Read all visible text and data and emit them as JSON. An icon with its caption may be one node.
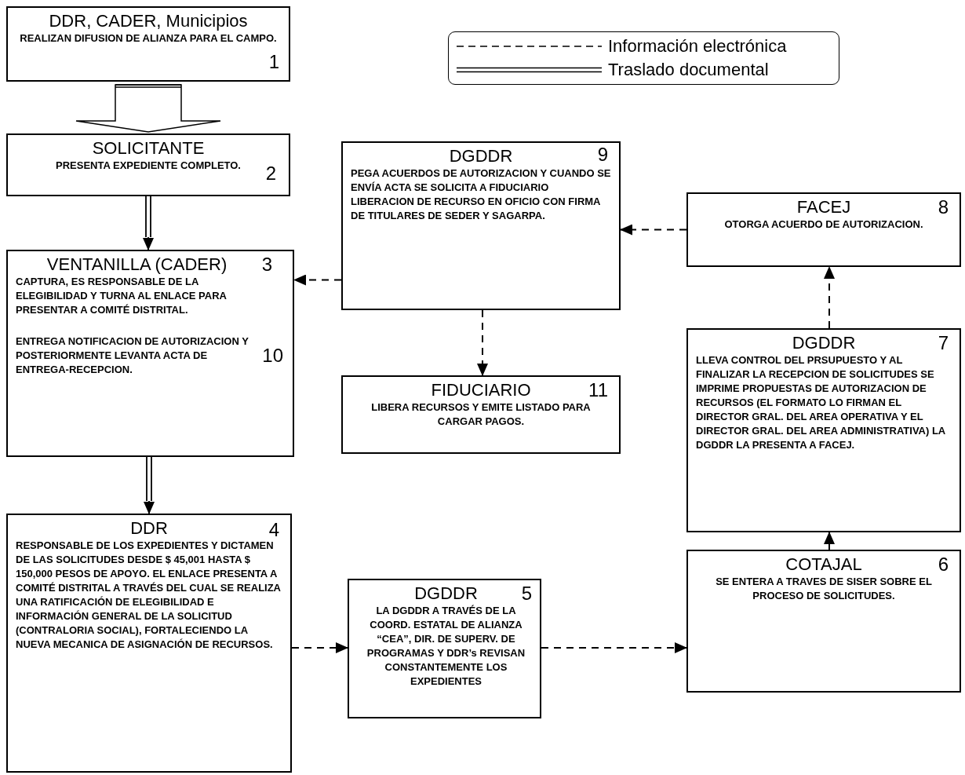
{
  "diagram": {
    "nodes": [
      {
        "text": [
          "DDR, CADER, Municipios",
          "REALIZAN DIFUSION DE ALIANZA PARA EL CAMPO.",
          "1"
        ]
      },
      {
        "text": [
          "SOLICITANTE",
          "PRESENTA EXPEDIENTE COMPLETO.",
          "2"
        ]
      },
      {
        "text": [
          "VENTANILLA (CADER)",
          "3",
          "CAPTURA, ES RESPONSABLE DE LA ELEGIBILIDAD Y TURNA AL ENLACE PARA PRESENTAR A COMITÉ DISTRITAL.",
          "10",
          "ENTREGA NOTIFICACION DE AUTORIZACION Y POSTERIORMENTE LEVANTA ACTA DE ENTREGA-RECEPCION."
        ]
      },
      {
        "text": [
          "DDR",
          "4",
          "RESPONSABLE DE LOS EXPEDIENTES Y DICTAMEN DE LAS SOLICITUDES DESDE $ 45,001 HASTA $ 150,000 PESOS DE APOYO. EL ENLACE PRESENTA A COMITÉ DISTRITAL A TRAVÉS DEL CUAL SE REALIZA UNA RATIFICACIÓN DE ELEGIBILIDAD E INFORMACIÓN GENERAL DE LA SOLICITUD (CONTRALORIA SOCIAL), FORTALECIENDO LA NUEVA MECANICA DE ASIGNACIÓN DE RECURSOS."
        ]
      },
      {
        "text": [
          "DGDDR",
          "5",
          "LA DGDDR A TRAVÉS DE LA COORD. ESTATAL DE ALIANZA “CEA”, DIR. DE SUPERV. DE PROGRAMAS Y DDR’s REVISAN CONSTANTEMENTE LOS EXPEDIENTES"
        ]
      },
      {
        "text": [
          "COTAJAL",
          "6",
          "SE ENTERA A TRAVES DE SISER SOBRE EL PROCESO DE SOLICITUDES."
        ]
      },
      {
        "text": [
          "DGDDR",
          "7",
          "LLEVA CONTROL DEL PRSUPUESTO Y AL FINALIZAR LA RECEPCION DE SOLICITUDES SE IMPRIME PROPUESTAS DE AUTORIZACION DE RECURSOS (EL FORMATO LO FIRMAN EL DIRECTOR GRAL. DEL AREA OPERATIVA Y EL DIRECTOR GRAL. DEL AREA ADMINISTRATIVA) LA DGDDR LA PRESENTA A FACEJ."
        ]
      },
      {
        "text": [
          "FACEJ",
          "8",
          "OTORGA ACUERDO DE AUTORIZACION."
        ]
      },
      {
        "text": [
          "DGDDR",
          "9",
          "PEGA ACUERDOS DE AUTORIZACION Y CUANDO SE ENVÍA ACTA SE SOLICITA A FIDUCIARIO LIBERACION DE RECURSO EN OFICIO CON FIRMA DE TITULARES DE SEDER Y SAGARPA."
        ]
      },
      {
        "text": [
          "FIDUCIARIO",
          "11",
          "LIBERA RECURSOS Y EMITE LISTADO PARA CARGAR PAGOS."
        ]
      }
    ],
    "edges": [
      {
        "from": 0,
        "to": 1,
        "arrow": "to",
        "style": "thick"
      },
      {
        "from": 1,
        "to": 2,
        "arrow": "to"
      },
      {
        "from": 2,
        "to": 3,
        "arrow": "to"
      },
      {
        "from": 3,
        "to": 4,
        "arrow": "to",
        "style": "dashed"
      },
      {
        "from": 4,
        "to": 5,
        "arrow": "to",
        "style": "dashed"
      },
      {
        "from": 5,
        "to": 6,
        "arrow": "to",
        "style": "dashed"
      },
      {
        "from": 6,
        "to": 7,
        "arrow": "to",
        "style": "dashed"
      },
      {
        "from": 7,
        "to": 8,
        "arrow": "to",
        "style": "dashed"
      },
      {
        "from": 8,
        "to": 2,
        "arrow": "to",
        "style": "dashed"
      },
      {
        "from": 8,
        "to": 9,
        "arrow": "to",
        "style": "dashed"
      }
    ],
    "legend": [
      {
        "text": "Información electrónica"
      },
      {
        "text": "Traslado documental"
      }
    ]
  }
}
